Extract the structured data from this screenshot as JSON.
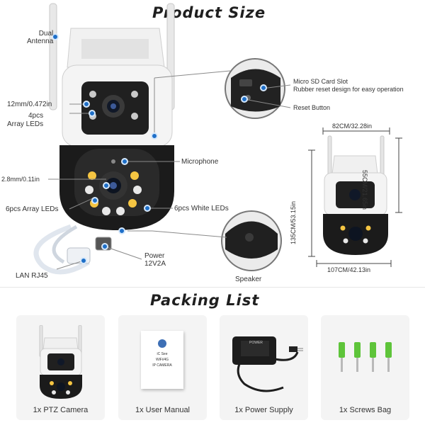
{
  "product_size": {
    "title": "Product Size",
    "callouts": {
      "dual_antenna": [
        "Dual",
        "Antenna"
      ],
      "front_lens_size": "12mm/0.472in",
      "array_leds_top": [
        "4pcs",
        "Array LEDs"
      ],
      "lens_size_bottom": "2.8mm/0.11in",
      "microphone": "Microphone",
      "array_leds_bottom": "6pcs Array LEDs",
      "white_leds": "6pcs White LEDs",
      "power": [
        "Power",
        "12V2A"
      ],
      "lan": "LAN RJ45",
      "micro_sd": [
        "Micro SD Card Slot",
        "Rubber reset design for easy operation"
      ],
      "reset_button": "Reset Button",
      "speaker": "Speaker"
    },
    "dimensions": {
      "width_top": "82CM/32.28in",
      "height_top": "55CM/21.65in",
      "height_total": "135CM/53.15in",
      "width_bottom": "107CM/42.13in"
    }
  },
  "packing_list": {
    "title": "Packing List",
    "items": [
      {
        "label": "1x PTZ Camera"
      },
      {
        "label": "1x User Manual"
      },
      {
        "label": "1x Power Supply"
      },
      {
        "label": "1x Screws Bag"
      }
    ],
    "manual": {
      "line1": "iC See",
      "line2": "WiFi/4G",
      "line3": "IP CAMERA"
    },
    "power_supply_brand": "POWER"
  },
  "colors": {
    "accent_blue": "#1e6fc8",
    "camera_black": "#1b1b1b",
    "camera_white": "#f3f3f3",
    "led_yellow": "#f5c542",
    "screw_green": "#5ec43a",
    "card_bg": "#f4f4f4"
  }
}
